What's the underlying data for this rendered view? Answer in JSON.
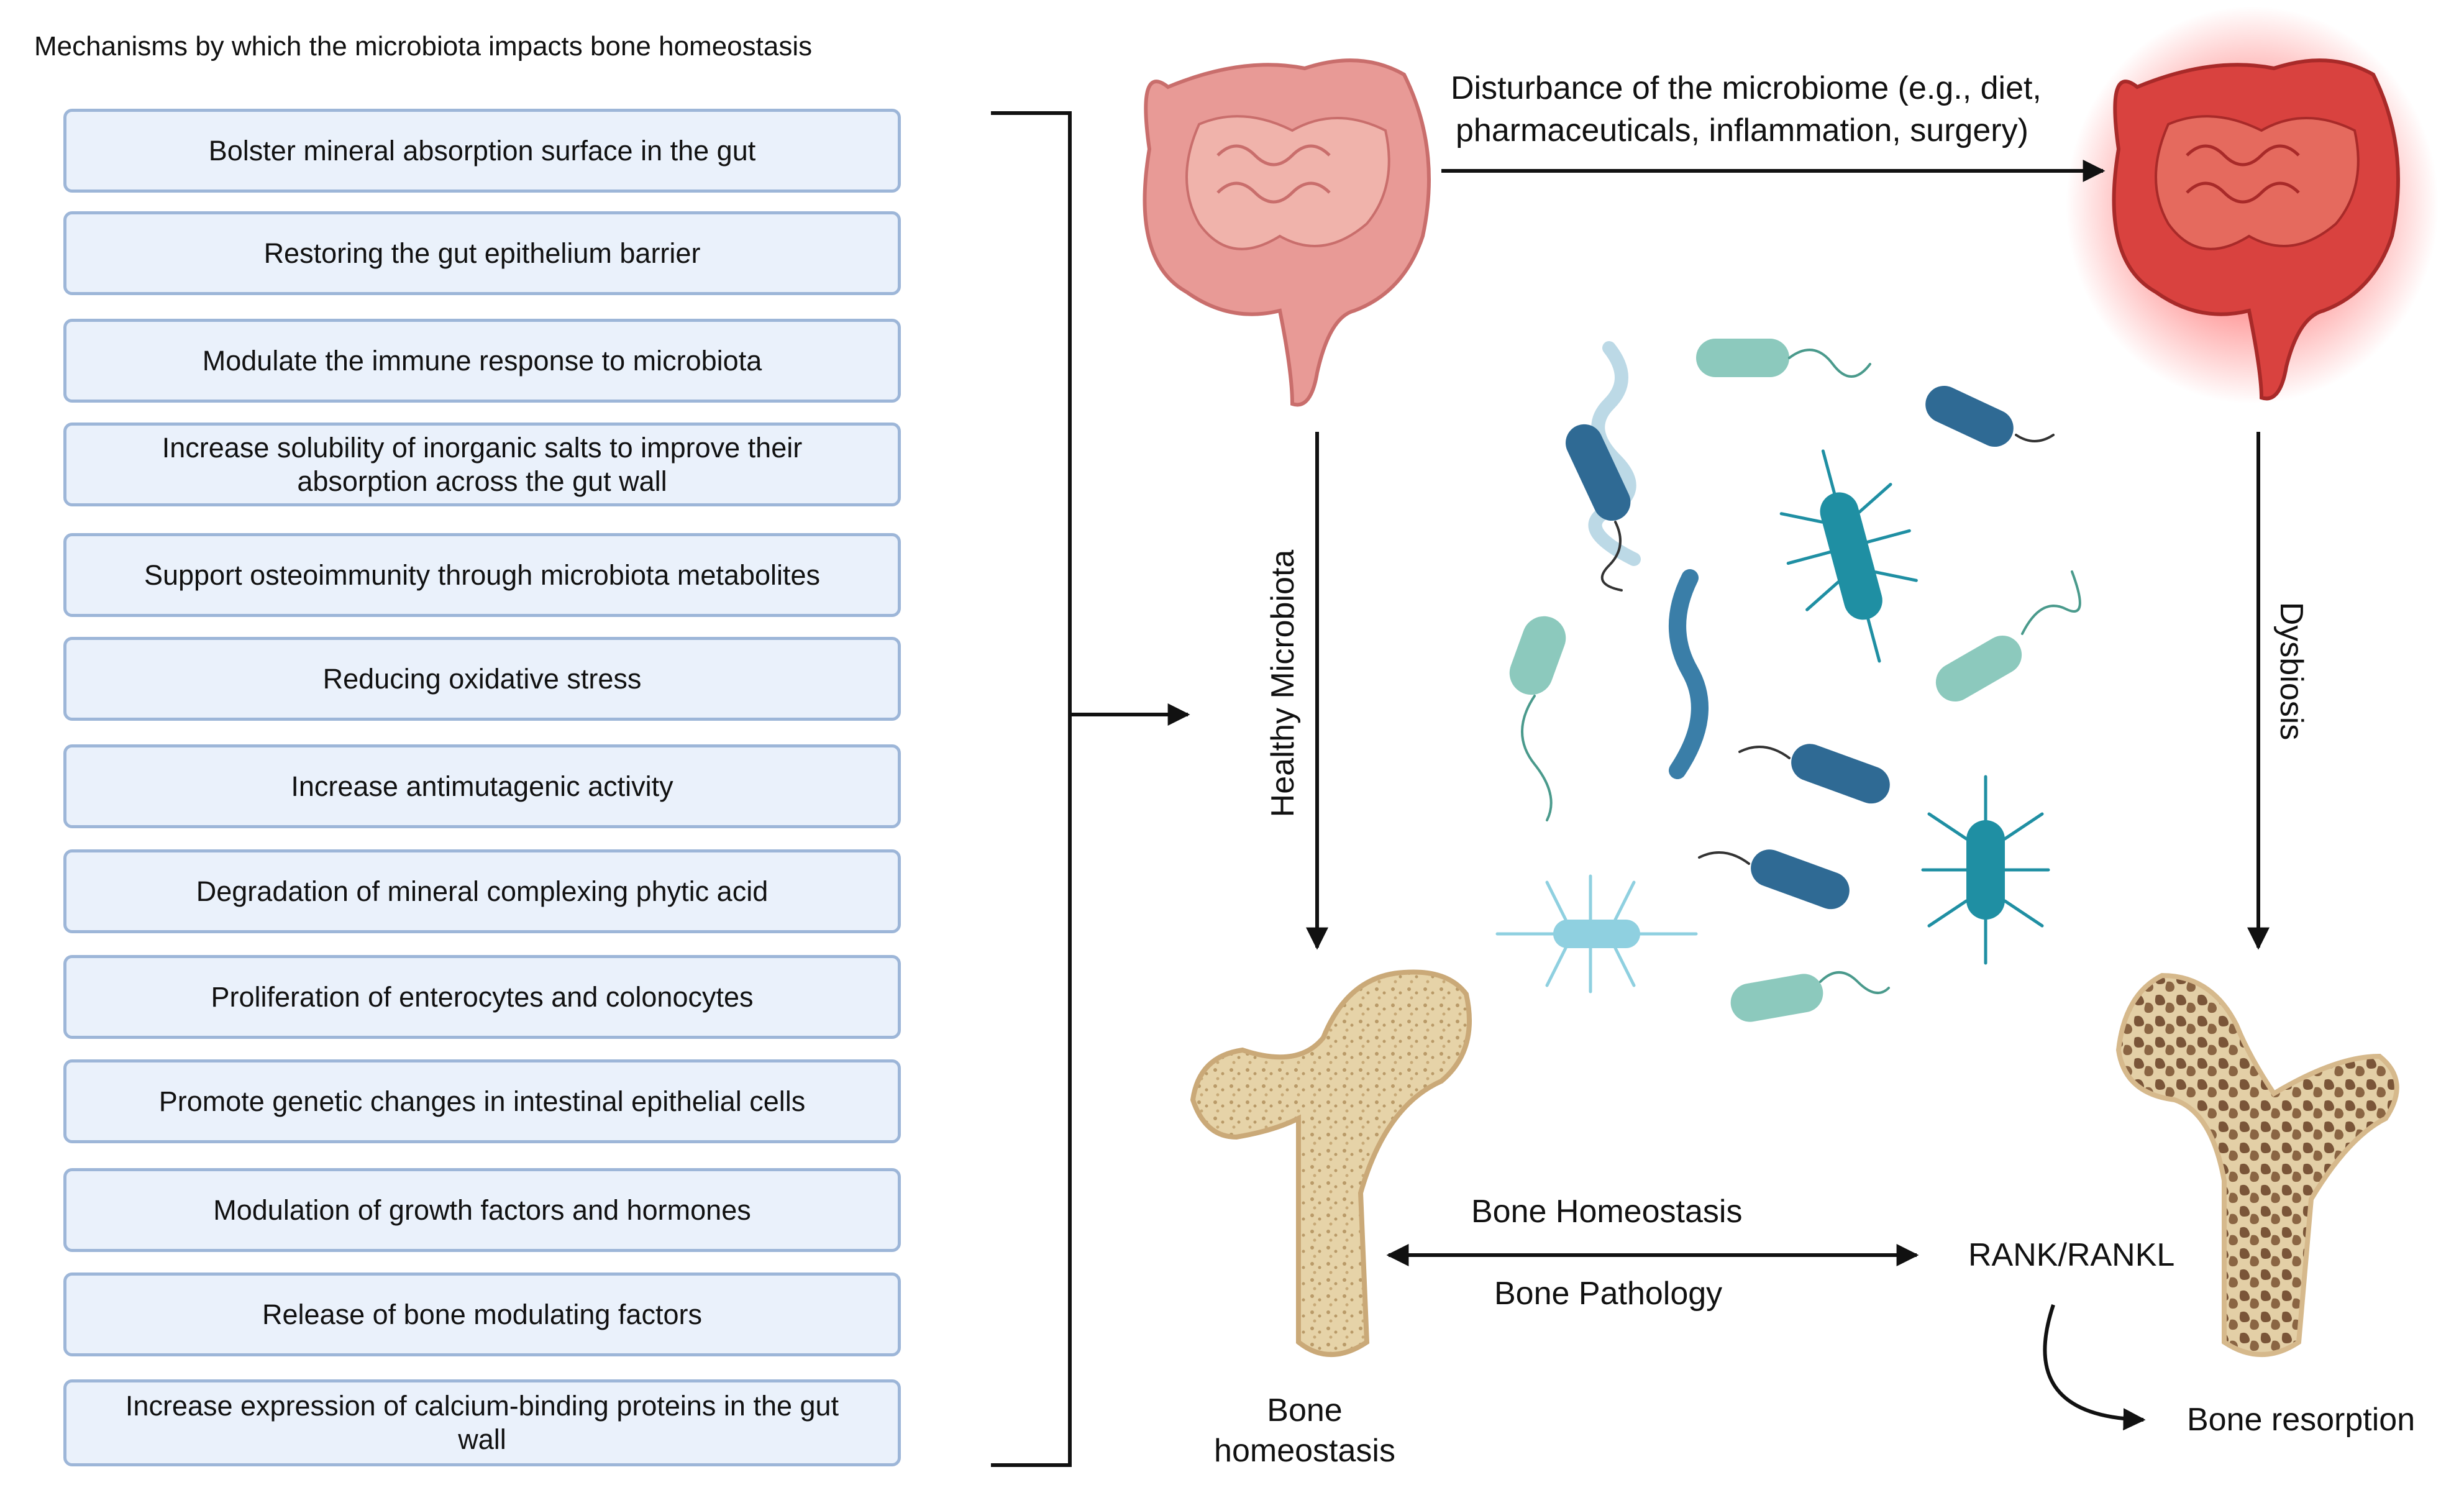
{
  "heading": "Mechanisms by which the microbiota impacts bone homeostasis",
  "mechanisms": [
    "Bolster mineral absorption surface in the gut",
    "Restoring the gut epithelium barrier",
    "Modulate the immune response to microbiota",
    "Increase solubility of inorganic salts to improve their absorption across the gut wall",
    "Support osteoimmunity through microbiota metabolites",
    "Reducing oxidative stress",
    "Increase antimutagenic activity",
    "Degradation of mineral complexing phytic acid",
    "Proliferation of enterocytes and colonocytes",
    "Promote genetic changes in intestinal epithelial cells",
    "Modulation of growth factors and hormones",
    "Release of bone modulating factors",
    "Increase expression of calcium-binding proteins in the gut wall"
  ],
  "labels": {
    "disturbance_line1": "Disturbance of the microbiome (e.g., diet,",
    "disturbance_line2": "pharmaceuticals, inflammation, surgery)",
    "healthy_microbiota": "Healthy Microbiota",
    "dysbiosis": "Dysbiosis",
    "bone_homeostasis_arrow": "Bone Homeostasis",
    "bone_pathology_arrow": "Bone Pathology",
    "rank_rankl": "RANK/RANKL",
    "bone_homeostasis_line1": "Bone",
    "bone_homeostasis_line2": "homeostasis",
    "bone_resorption": "Bone resorption"
  },
  "colors": {
    "box_fill": "#eaf1fb",
    "box_border": "#9db6d8",
    "healthy_gut": "#e89a96",
    "inflamed_gut": "#d9423f",
    "bone_healthy": "#e7d6b4",
    "bone_resorbed": "#8a6543"
  }
}
